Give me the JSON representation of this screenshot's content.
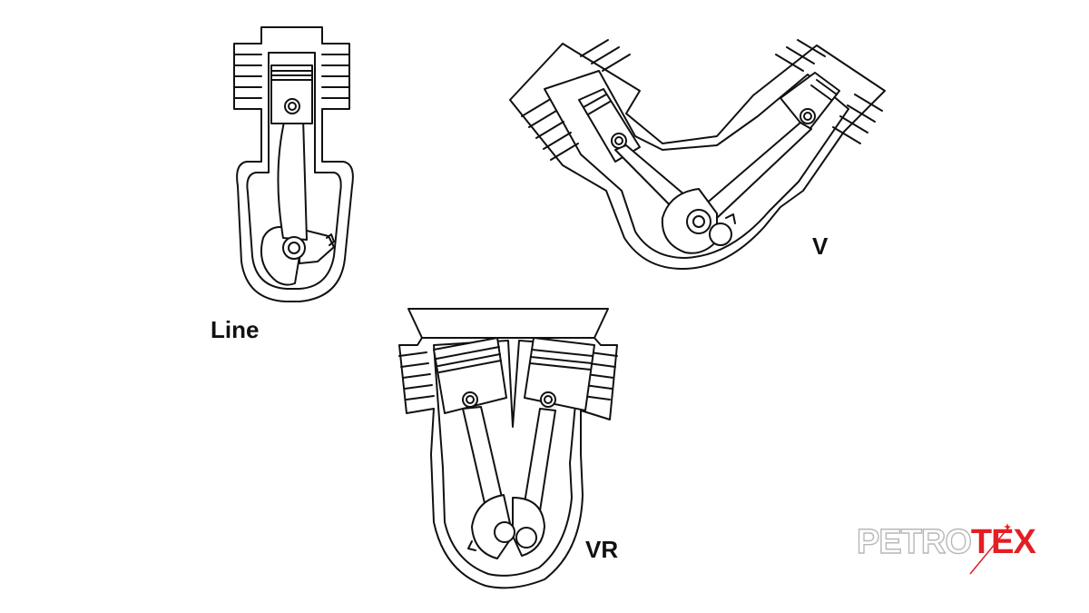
{
  "diagram": {
    "labels": {
      "line": "Line",
      "v": "V",
      "vr": "VR"
    }
  },
  "logo": {
    "text_part1": "PETRO",
    "text_part2": "TEX",
    "colors": {
      "primary": "#e31e24",
      "secondary": "#b8b8b8"
    }
  }
}
